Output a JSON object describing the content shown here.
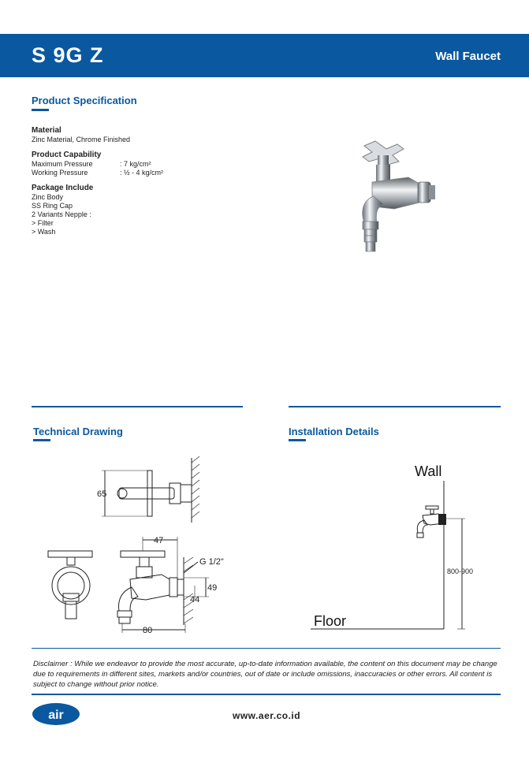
{
  "header": {
    "model_code": "S 9G Z",
    "product_type": "Wall Faucet"
  },
  "spec": {
    "title": "Product Specification",
    "material": {
      "heading": "Material",
      "value": "Zinc Material, Chrome Finished"
    },
    "capability": {
      "heading": "Product Capability",
      "rows": [
        {
          "label": "Maximum Pressure",
          "value": ": 7 kg/cm²"
        },
        {
          "label": "Working Pressure",
          "value": ": ½ - 4 kg/cm²"
        }
      ]
    },
    "package": {
      "heading": "Package Include",
      "items": [
        "Zinc Body",
        "SS Ring Cap",
        "2 Variants Nepple :",
        "> Filter",
        "> Wash"
      ]
    }
  },
  "technical_drawing": {
    "title": "Technical Drawing",
    "dim_height_top": "65",
    "dim_width_top": "47",
    "dim_thread": "G 1/2\"",
    "dim_49": "49",
    "dim_44": "44",
    "dim_length": "80"
  },
  "installation": {
    "title": "Installation Details",
    "wall_label": "Wall",
    "floor_label": "Floor",
    "height_range": "800-900"
  },
  "disclaimer": {
    "text": "Disclaimer : While we endeavor to provide the most accurate, up-to-date information available, the content on this document may be change due to requirements in different sites, markets and/or countries, out of date or include omissions, inaccuracies or other errors.  All content is subject to change without prior notice."
  },
  "footer": {
    "logo_text": "air",
    "url": "www.aer.co.id"
  },
  "colors": {
    "brand_blue": "#0a58a0"
  }
}
